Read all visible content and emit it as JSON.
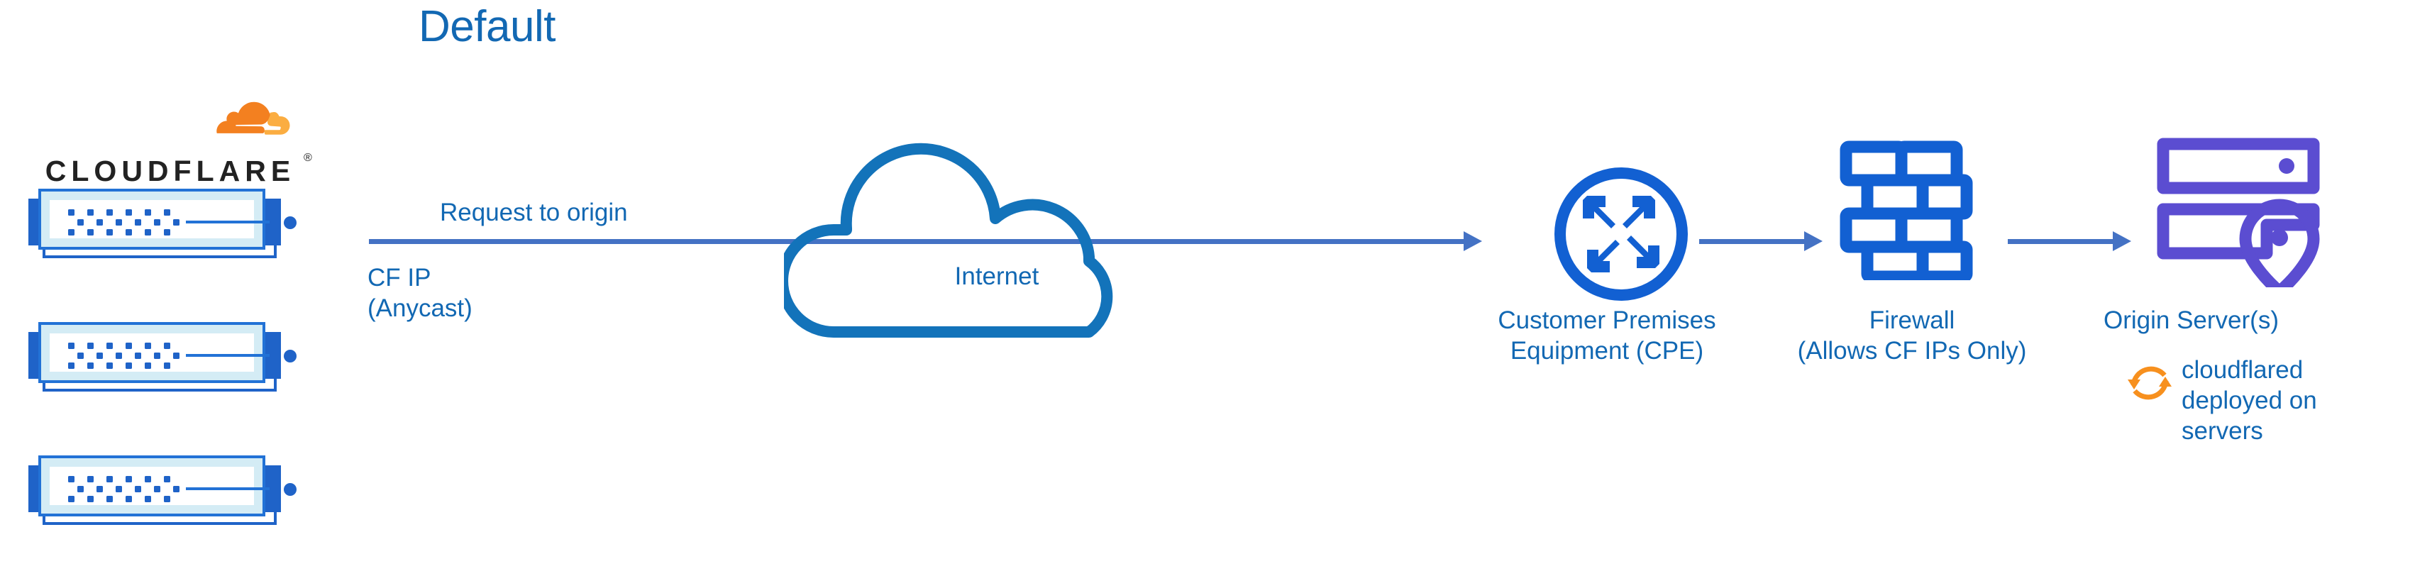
{
  "title": "Default",
  "colors": {
    "title_blue": "#1268B3",
    "label_blue": "#1268B3",
    "arrow_blue": "#4472C4",
    "icon_blue": "#1260D2",
    "cloud_blue": "#1373BA",
    "rack_blue": "#2272D6",
    "rack_fill": "#D4ECF5",
    "origin_purple": "#5B4DD1",
    "cf_orange": "#F38020",
    "cf_orange_light": "#FBAD41",
    "wordmark_black": "#222222"
  },
  "logo": {
    "wordmark": "CLOUDFLARE",
    "registered_mark": "®",
    "cloud_icon_name": "cloudflare-cloud-icon"
  },
  "edge": {
    "rack_count": 3,
    "rack_name": "cloudflare-edge-server",
    "ip_label_line1": "CF IP",
    "ip_label_line2": "(Anycast)"
  },
  "flow": {
    "request_label": "Request to origin",
    "arrow_name": "request-to-origin-arrow"
  },
  "internet": {
    "label": "Internet",
    "icon_name": "internet-cloud-icon"
  },
  "cpe": {
    "label_line1": "Customer Premises",
    "label_line2": "Equipment (CPE)",
    "icon_name": "router-four-arrows-icon"
  },
  "firewall": {
    "label_line1": "Firewall",
    "label_line2": "(Allows CF IPs Only)",
    "icon_name": "brick-wall-icon"
  },
  "origin": {
    "label": "Origin Server(s)",
    "icon_name": "origin-server-pin-icon",
    "note_line1": "cloudflared",
    "note_line2": "deployed on",
    "note_line3": "servers",
    "note_icon_name": "cloudflared-sync-icon"
  }
}
